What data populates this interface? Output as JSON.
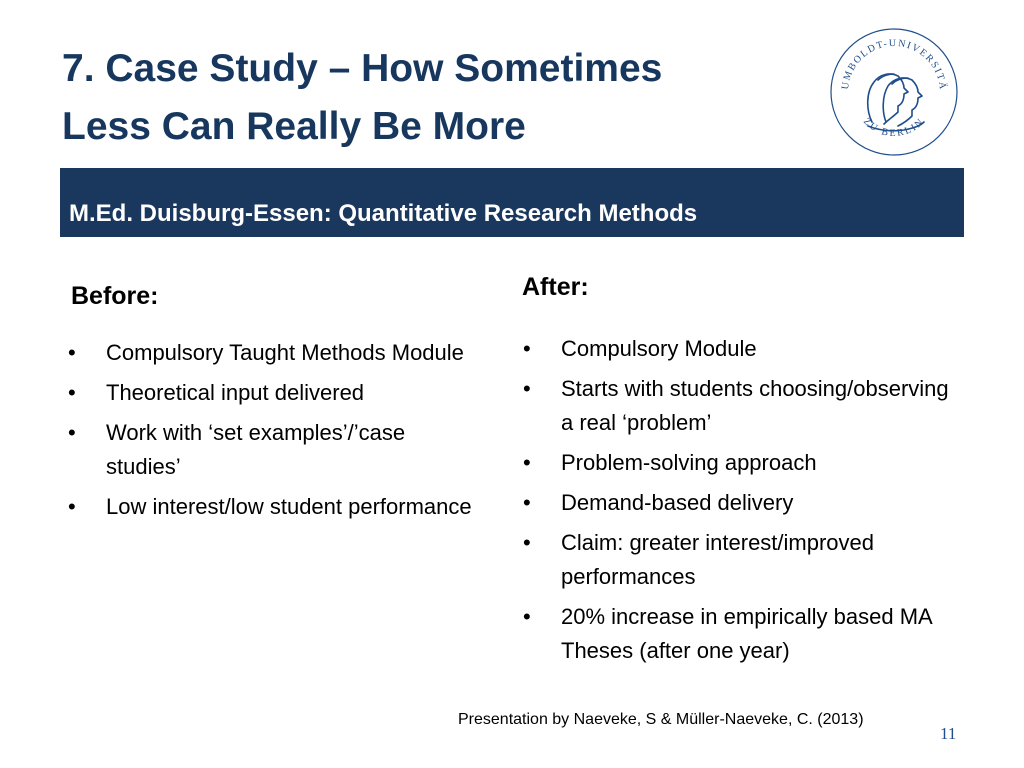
{
  "slide": {
    "title_line1": "7. Case Study – How Sometimes",
    "title_line2": "Less Can Really Be More",
    "banner": "M.Ed. Duisburg-Essen: Quantitative Research Methods",
    "logo_text": "HUMBOLDT-UNIVERSITÄT ZU BERLIN",
    "bullet_symbol": "•"
  },
  "before": {
    "heading": "Before:",
    "items": [
      "Compulsory Taught Methods Module",
      "Theoretical input delivered",
      "Work with ‘set examples’/’case studies’",
      "Low interest/low student performance"
    ]
  },
  "after": {
    "heading": "After:",
    "items": [
      "Compulsory Module",
      "Starts with students choosing/observing a real ‘problem’",
      "Problem-solving approach",
      "Demand-based delivery",
      "Claim: greater interest/improved performances",
      "20% increase in empirically based MA Theses (after one year)"
    ]
  },
  "footer": {
    "attribution": "Presentation by Naeveke, S & Müller-Naeveke, C. (2013)",
    "page_number": "11"
  },
  "colors": {
    "title": "#17375e",
    "banner_bg": "#1a375e",
    "banner_text": "#ffffff",
    "logo": "#1f4e8c"
  }
}
